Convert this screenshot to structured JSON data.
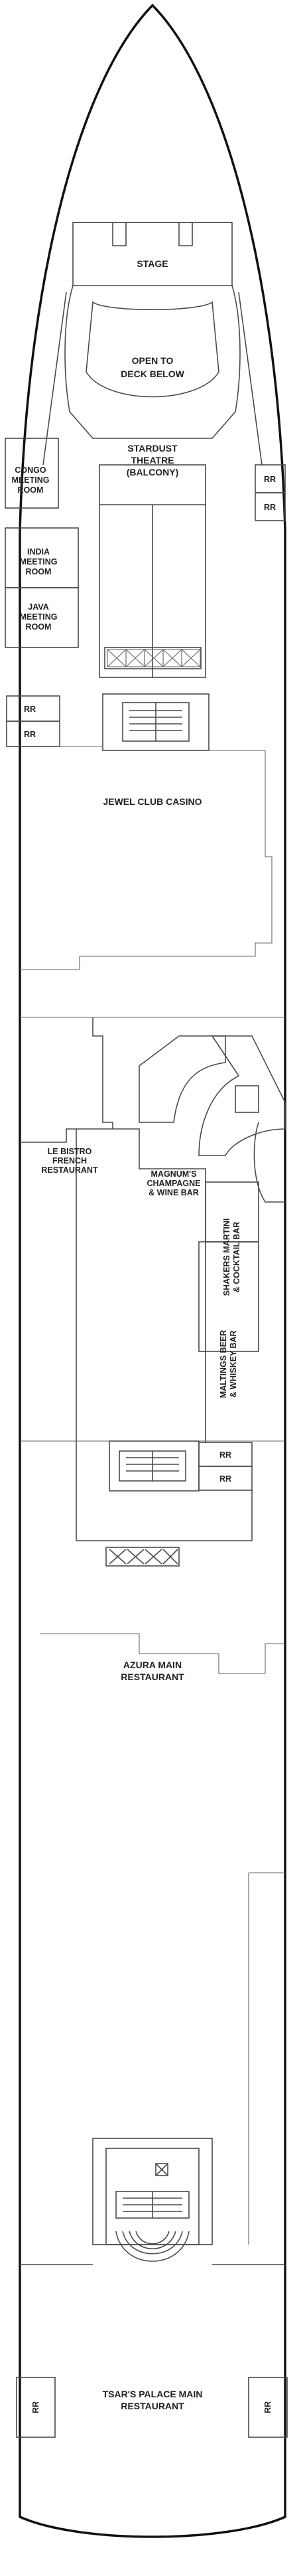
{
  "colors": {
    "hull": "#111111",
    "walls": "#4a4a4a",
    "label": "#222222",
    "background": "#ffffff"
  },
  "labels": {
    "stage": "STAGE",
    "open_to": "OPEN TO",
    "deck_below": "DECK BELOW",
    "stardust": "STARDUST",
    "theatre": "THEATRE",
    "balcony": "(BALCONY)",
    "congo1": "CONGO",
    "congo2": "MEETING",
    "congo3": "ROOM",
    "india1": "INDIA",
    "india2": "MEETING",
    "india3": "ROOM",
    "java1": "JAVA",
    "java2": "MEETING",
    "java3": "ROOM",
    "rr": "RR",
    "casino": "JEWEL CLUB CASINO",
    "bistro1": "LE BISTRO",
    "bistro2": "FRENCH",
    "bistro3": "RESTAURANT",
    "magnum1": "MAGNUM'S",
    "magnum2": "CHAMPAGNE",
    "magnum3": "& WINE BAR",
    "shakers1": "SHAKERS MARTINI",
    "shakers2": "& COCKTAIL BAR",
    "maltings1": "MALTINGS BEER",
    "maltings2": "& WHISKEY BAR",
    "azura1": "AZURA MAIN",
    "azura2": "RESTAURANT",
    "tsar1": "TSAR'S PALACE MAIN",
    "tsar2": "RESTAURANT"
  }
}
